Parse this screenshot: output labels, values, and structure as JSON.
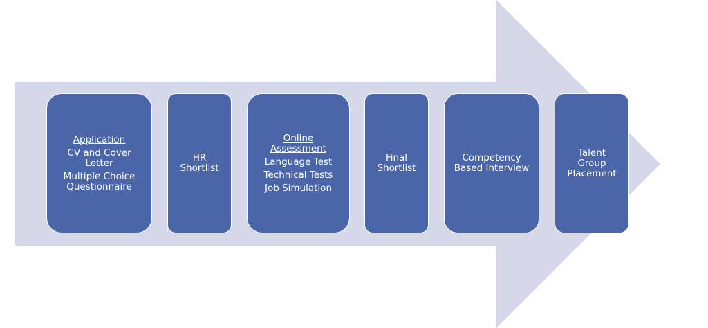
{
  "colors": {
    "arrow": "#d4d8e8",
    "box_fill": "#4a65a8",
    "box_border": "#ffffff",
    "text": "#ffffff"
  },
  "steps": [
    {
      "heading": "Application",
      "lines": [
        "CV and Cover",
        "Letter",
        "Multiple Choice",
        "Questionnaire"
      ]
    },
    {
      "heading": "",
      "lines": [
        "HR",
        "Shortlist"
      ]
    },
    {
      "heading": "Online Assessment",
      "lines": [
        "Language Test",
        "Technical Tests",
        "Job Simulation"
      ]
    },
    {
      "heading": "",
      "lines": [
        "Final",
        "Shortlist"
      ]
    },
    {
      "heading": "",
      "lines": [
        "Competency",
        "Based Interview"
      ]
    },
    {
      "heading": "",
      "lines": [
        "Talent",
        "Group",
        "Placement"
      ]
    }
  ]
}
